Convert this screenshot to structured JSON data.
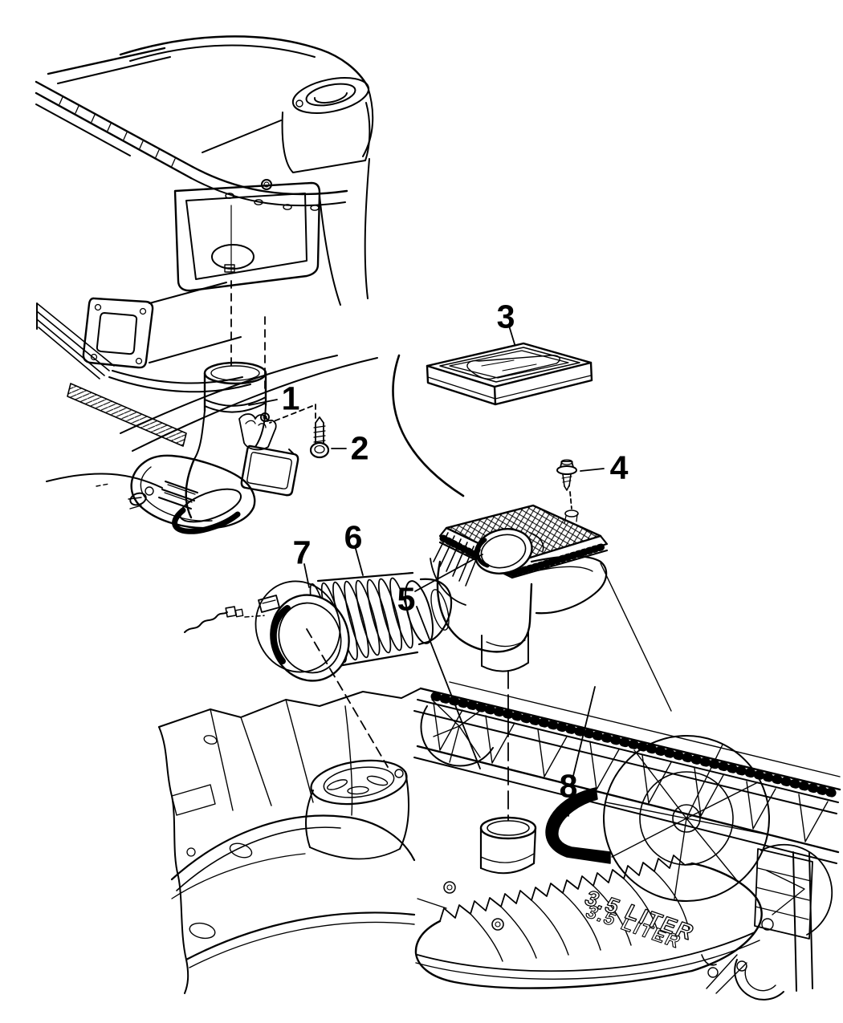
{
  "diagram": {
    "background": "#ffffff",
    "line_color": "#000000",
    "engine_cover_text": "3.5 LITER",
    "callouts": [
      {
        "label": "1"
      },
      {
        "label": "2"
      },
      {
        "label": "3"
      },
      {
        "label": "4"
      },
      {
        "label": "5"
      },
      {
        "label": "6"
      },
      {
        "label": "7"
      },
      {
        "label": "8"
      }
    ]
  }
}
